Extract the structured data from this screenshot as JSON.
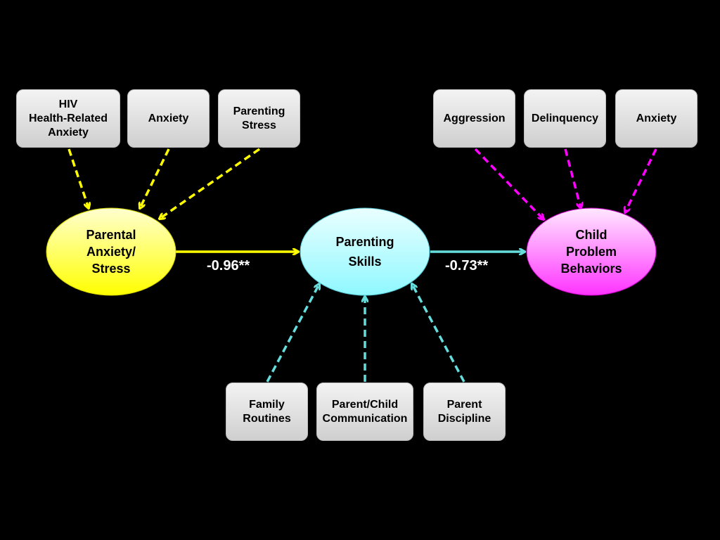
{
  "colors": {
    "background": "#000000",
    "parental": "#ffff00",
    "parenting": "#66dddd",
    "child": "#ff00ff"
  },
  "parental_indicators": {
    "hiv": [
      "HIV",
      "Health-Related",
      "Anxiety"
    ],
    "anxiety": [
      "Anxiety"
    ],
    "stress": [
      "Parenting",
      "Stress"
    ]
  },
  "child_indicators": {
    "aggression": [
      "Aggression"
    ],
    "delinquency": [
      "Delinquency"
    ],
    "anxiety": [
      "Anxiety"
    ]
  },
  "skills_indicators": {
    "routines": [
      "Family",
      "Routines"
    ],
    "communication": [
      "Parent/Child",
      "Communication"
    ],
    "discipline": [
      "Parent",
      "Discipline"
    ]
  },
  "constructs": {
    "parental": [
      "Parental",
      "Anxiety/",
      "Stress"
    ],
    "skills": [
      "Parenting",
      "Skills"
    ],
    "child": [
      "Child",
      "Problem",
      "Behaviors"
    ]
  },
  "paths": {
    "parental_to_skills": "-0.96**",
    "skills_to_child": "-0.73**"
  }
}
